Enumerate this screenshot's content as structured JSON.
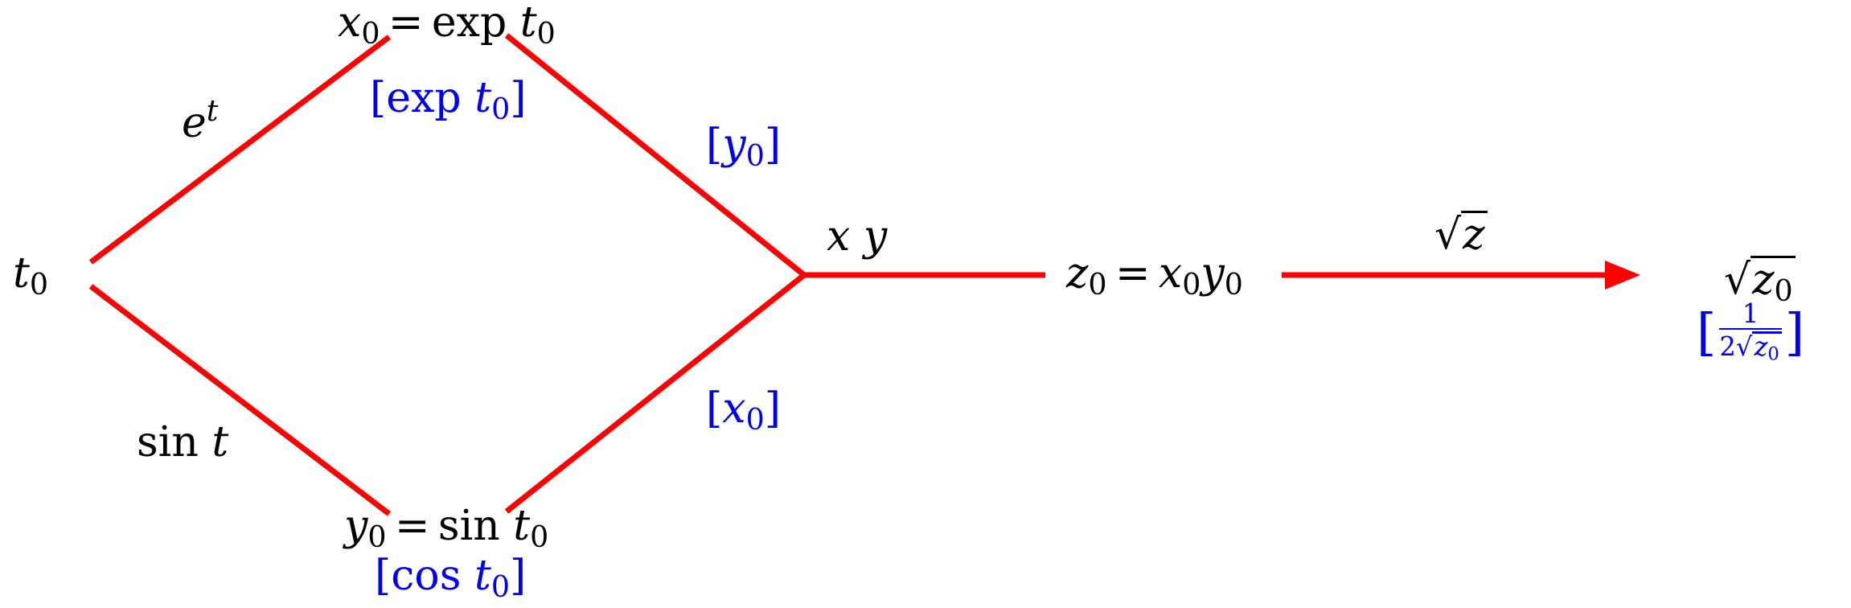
{
  "nodes": {
    "t0": "t0",
    "x0_lhs": "x0",
    "x0_eq": "=",
    "x0_fn": "exp",
    "x0_arg": "t0",
    "y0_lhs": "y0",
    "y0_eq": "=",
    "y0_fn": "sin",
    "y0_arg": "t0",
    "z0_lhs": "z0",
    "z0_eq": "=",
    "z0_rhs_x": "x0",
    "z0_rhs_y": "y0",
    "out": "√z0"
  },
  "edge_labels": {
    "et_base": "e",
    "et_exp": "t",
    "sint_fn": "sin",
    "sint_arg": "t",
    "xy": "x y",
    "sqrtz_radicand": "z"
  },
  "derivatives": {
    "exp_t0": "[exp t0]",
    "y0": "[y0]",
    "x0": "[x0]",
    "cos_t0": "[cos t0]",
    "frac_open": "[",
    "frac_num": "1",
    "frac_den_coef": "2",
    "frac_den_radicand": "z0",
    "frac_close": "]"
  },
  "colors": {
    "edge": "#ff0000",
    "derivative_text": "#0000ee",
    "text": "#000000"
  }
}
